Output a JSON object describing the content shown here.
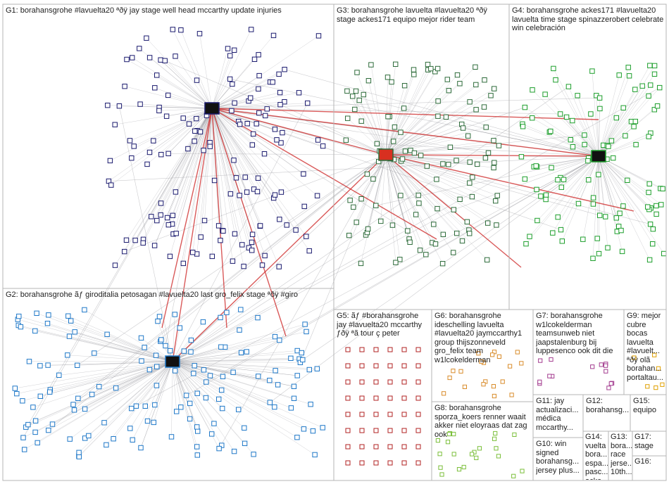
{
  "colors": {
    "background": "#ffffff",
    "border": "#b5b5b5",
    "edge": "#9a9aa0",
    "edge_strong": "#cc2222",
    "g1": "#1a1a6e",
    "g2": "#1f78c8",
    "g3": "#2d6b3a",
    "g4": "#1c9e2b",
    "g5": "#b22222",
    "g6": "#d98c2b",
    "g7": "#a33c8f",
    "g8": "#7bbf3a",
    "g9": "#e0a000"
  },
  "groups": {
    "g1": "G1: borahansgrohe #lavuelta20 ªðÿ jay stage well head mccarthy update injuries",
    "g2": "G2: borahansgrohe ãƒ giroditalia petosagan #lavuelta20 last gro_felix stage ªðÿ #giro",
    "g3": "G3: borahansgrohe lavuelta #lavuelta20 ªðÿ stage ackes171 equipo mejor rider team",
    "g4": "G4: borahansgrohe ackes171 #lavuelta20 lavuelta time stage spinazzerobert celebrate win celebración",
    "g5": "G5: ãƒ #borahansgrohe jay #lavuelta20 mccarthy ƒðÿ ªã tour ç peter",
    "g6": "G6: borahansgrohe ideschelling lavuelta #lavuelta20 jaymccarthy1 group thijszonneveld gro_felix team w1lcokelderman",
    "g7": "G7: borahansgrohe w1lcokelderman teamsunweb niet jaapstalenburg bij luppesenco ook dit die",
    "g8": "G8: borahansgrohe sporza_koers renner waait akker niet eloyraas dat zag ook",
    "g9": "G9: mejor cubre bocas lavuelta #lavuelt... ªðÿ olã borahan... portaltau...",
    "g10": "G10: win signed borahansg... jersey plus...",
    "g11": "G11: jay actualizaci... médica mccarthy...",
    "g12": "G12: borahansg... lavuelta...",
    "g13": "G13: bora... race jerse... 10th...",
    "g14": "G14: vuelta bora... espa... pasc... acke...",
    "g15": "G15: equipo",
    "g16": "G16:",
    "g17": "G17: stage"
  }
}
